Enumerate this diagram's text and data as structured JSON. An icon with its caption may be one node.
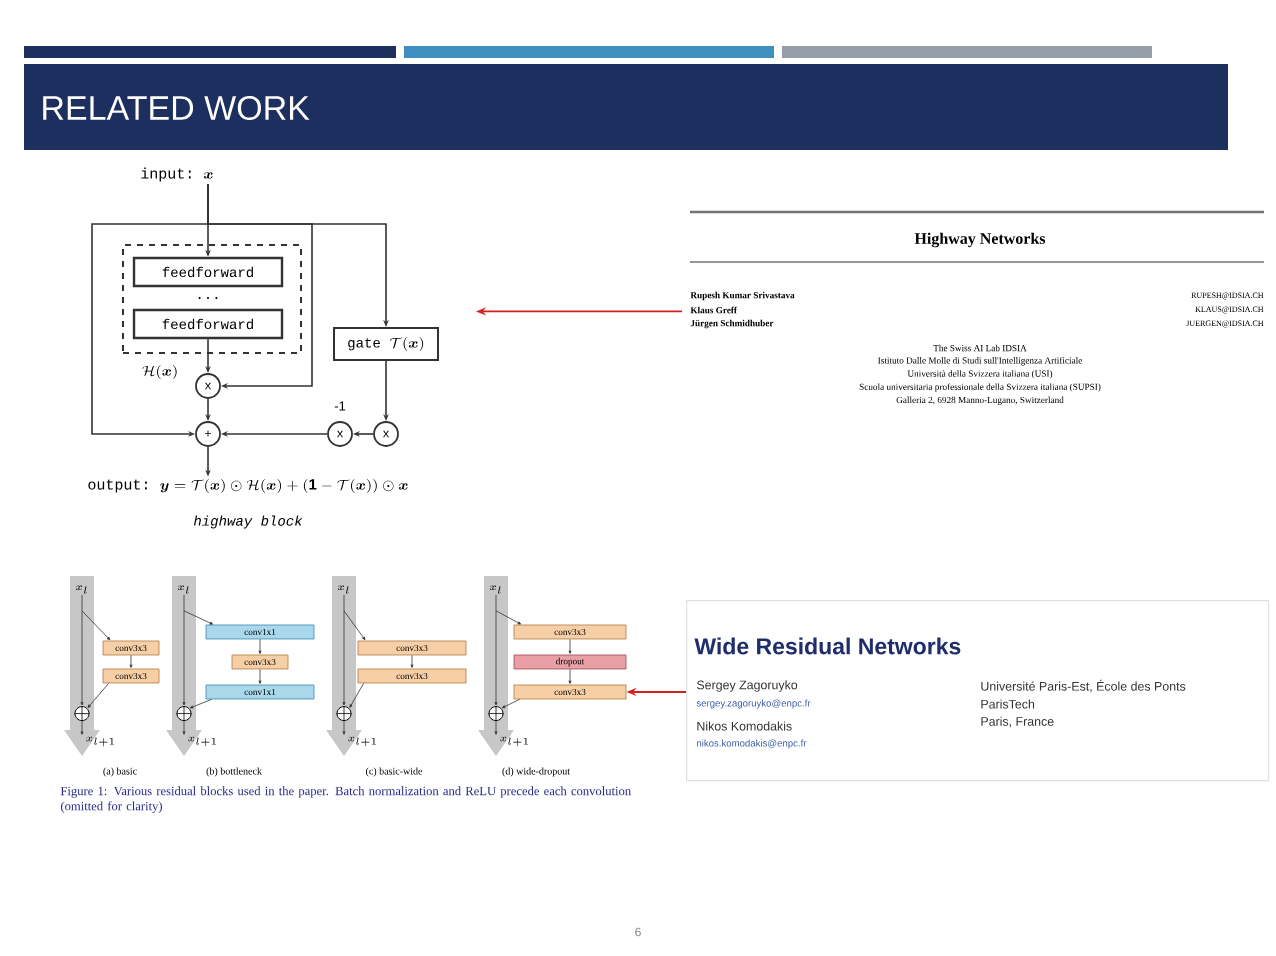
{
  "diagram": {
    "title": "RELATED WORK",
    "nodes": [
      {
        "text": [
          "input:",
          "\\boldsymbol{x}"
        ]
      },
      {
        "text": [
          "\\mathcal{H}(\\boldsymbol{x})"
        ]
      },
      {
        "text": [
          "feedforward"
        ],
        "in": 1
      },
      {
        "text": [
          "feedforward"
        ],
        "in": 1
      },
      {
        "text": [
          "gate",
          "\\mathcal{T}(\\boldsymbol{x})"
        ]
      },
      {
        "text": [
          "x"
        ]
      },
      {
        "text": [
          "+"
        ]
      },
      {
        "text": [
          "x"
        ],
        "beside": [
          "-1"
        ]
      },
      {
        "text": [
          "x"
        ]
      },
      {
        "text": [
          "output:",
          "\\boldsymbol{y} = \\mathcal{T}(\\boldsymbol{x})\\odot\\mathcal{H}(\\boldsymbol{x}) + (\\mathbf{1} - \\mathcal{T}(\\boldsymbol{x}))\\odot\\boldsymbol{x}"
        ]
      },
      {
        "text": [
          "Highway Networks",
          "Rupesh Kumar Srivastava",
          "Klaus Greff",
          "Jürgen Schmidhuber",
          "RUPESH@IDSIA.CH",
          "KLAUS@IDSIA.CH",
          "JUERGEN@IDSIA.CH",
          "The Swiss AI Lab IDSIA",
          "Istituto Dalle Molle di Studi sull'Intelligenza Artificiale",
          "Università della Svizzera italiana (USI)",
          "Scuola universitaria professionale della Svizzera italiana (SUPSI)",
          "Galleria 2, 6928 Manno-Lugano, Switzerland"
        ]
      },
      {
        "text": [],
        "shape": "bar"
      },
      {
        "text": [
          "x_{l}"
        ],
        "in": 11
      },
      {
        "text": [
          "conv3x3"
        ]
      },
      {
        "text": [
          "conv3x3"
        ]
      },
      {
        "text": [],
        "shape": "circle",
        "in": 11
      },
      {
        "text": [
          "x_{l+1}"
        ],
        "in": 11
      },
      {
        "text": [],
        "shape": "bar"
      },
      {
        "text": [
          "x_{l}"
        ],
        "in": 17
      },
      {
        "text": [
          "conv1x1"
        ]
      },
      {
        "text": [
          "conv3x3"
        ]
      },
      {
        "text": [
          "conv1x1"
        ]
      },
      {
        "text": [],
        "shape": "circle",
        "in": 17
      },
      {
        "text": [
          "x_{l+1}"
        ],
        "in": 17
      },
      {
        "text": [],
        "shape": "bar"
      },
      {
        "text": [
          "x_{l}"
        ],
        "in": 24
      },
      {
        "text": [
          "conv3x3"
        ]
      },
      {
        "text": [
          "conv3x3"
        ]
      },
      {
        "text": [],
        "shape": "circle",
        "in": 24
      },
      {
        "text": [
          "x_{l+1}"
        ],
        "in": 24
      },
      {
        "text": [],
        "shape": "bar"
      },
      {
        "text": [
          "x_{l}"
        ],
        "in": 30
      },
      {
        "text": [
          "conv3x3"
        ]
      },
      {
        "text": [
          "dropout"
        ]
      },
      {
        "text": [
          "conv3x3"
        ]
      },
      {
        "text": [],
        "shape": "circle",
        "in": 30
      },
      {
        "text": [
          "x_{l+1}"
        ],
        "in": 30
      },
      {
        "text": [
          "Wide Residual Networks",
          "Sergey Zagoruyko",
          "sergey.zagoruyko@enpc.fr",
          "Nikos Komodakis",
          "nikos.komodakis@enpc.fr",
          "Université Paris-Est, École des Ponts",
          "ParisTech",
          "Paris, France"
        ]
      }
    ],
    "edges": [
      {
        "from": 0,
        "to": 2,
        "arrow": "to"
      },
      {
        "from": 0,
        "to": 5,
        "arrow": "to"
      },
      {
        "from": 0,
        "to": 4,
        "arrow": "to"
      },
      {
        "from": 0,
        "to": 6,
        "arrow": "to"
      },
      {
        "from": 3,
        "to": 5,
        "arrow": "to"
      },
      {
        "from": 5,
        "to": 6,
        "arrow": "to"
      },
      {
        "from": 4,
        "to": 8,
        "arrow": "to"
      },
      {
        "from": 8,
        "to": 7,
        "arrow": "to"
      },
      {
        "from": 7,
        "to": 6,
        "arrow": "to"
      },
      {
        "from": 6,
        "to": 9,
        "arrow": "to"
      },
      {
        "from": 10,
        "to": null,
        "arrow": "to",
        "color": "#d42020"
      },
      {
        "from": 12,
        "to": 13,
        "arrow": "to"
      },
      {
        "from": 13,
        "to": 14,
        "arrow": "to"
      },
      {
        "from": 14,
        "to": 15,
        "arrow": "to"
      },
      {
        "from": 12,
        "to": 15,
        "arrow": "to"
      },
      {
        "from": 15,
        "to": 16,
        "arrow": "to"
      },
      {
        "from": 18,
        "to": 19,
        "arrow": "to"
      },
      {
        "from": 19,
        "to": 20,
        "arrow": "to"
      },
      {
        "from": 20,
        "to": 21,
        "arrow": "to"
      },
      {
        "from": 21,
        "to": 22,
        "arrow": "to"
      },
      {
        "from": 18,
        "to": 22,
        "arrow": "to"
      },
      {
        "from": 22,
        "to": 23,
        "arrow": "to"
      },
      {
        "from": 25,
        "to": 26,
        "arrow": "to"
      },
      {
        "from": 26,
        "to": 27,
        "arrow": "to"
      },
      {
        "from": 27,
        "to": 28,
        "arrow": "to"
      },
      {
        "from": 25,
        "to": 28,
        "arrow": "to"
      },
      {
        "from": 28,
        "to": 29,
        "arrow": "to"
      },
      {
        "from": 31,
        "to": 32,
        "arrow": "to"
      },
      {
        "from": 32,
        "to": 33,
        "arrow": "to"
      },
      {
        "from": 33,
        "to": 34,
        "arrow": "to"
      },
      {
        "from": 34,
        "to": 35,
        "arrow": "to"
      },
      {
        "from": 31,
        "to": 35,
        "arrow": "to"
      },
      {
        "from": 35,
        "to": 36,
        "arrow": "to"
      },
      {
        "from": 37,
        "to": 34,
        "arrow": "to",
        "color": "#d42020"
      }
    ],
    "labels": [
      "...",
      "highway block",
      "(a) basic",
      "(b) bottleneck",
      "(c) basic-wide",
      "(d) wide-dropout",
      "Figure 1: Various residual blocks used in the paper. Batch normalization and ReLU precede each convolution (omitted for clarity)",
      "6"
    ]
  }
}
